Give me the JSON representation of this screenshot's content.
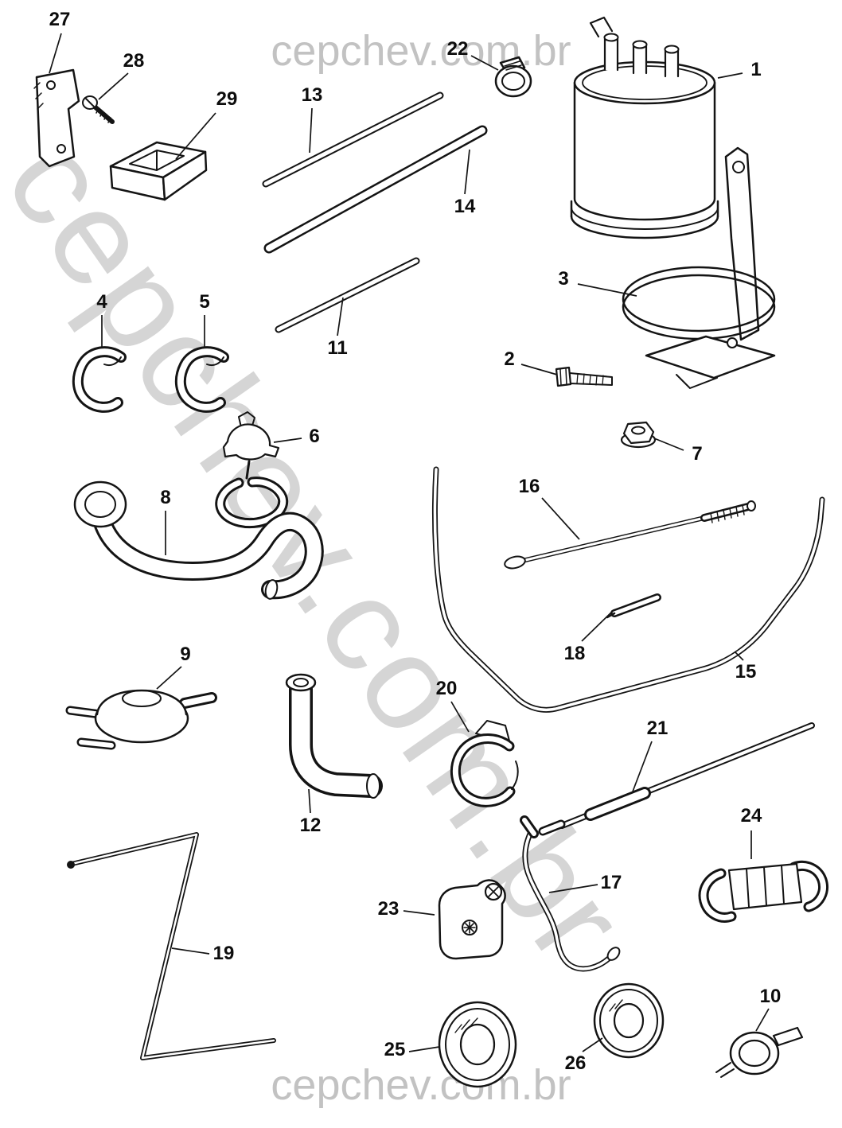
{
  "watermark": {
    "top": "cepchev.com.br",
    "diagonal": "cepchev.com.br",
    "bottom": "cepchev.com.br"
  },
  "callouts": {
    "c1": "1",
    "c2": "2",
    "c3": "3",
    "c4": "4",
    "c5": "5",
    "c6": "6",
    "c7": "7",
    "c8": "8",
    "c9": "9",
    "c10": "10",
    "c11": "11",
    "c12": "12",
    "c13": "13",
    "c14": "14",
    "c15": "15",
    "c16": "16",
    "c17": "17",
    "c18": "18",
    "c19": "19",
    "c20": "20",
    "c21": "21",
    "c22": "22",
    "c23": "23",
    "c24": "24",
    "c25": "25",
    "c26": "26",
    "c27": "27",
    "c28": "28",
    "c29": "29"
  }
}
